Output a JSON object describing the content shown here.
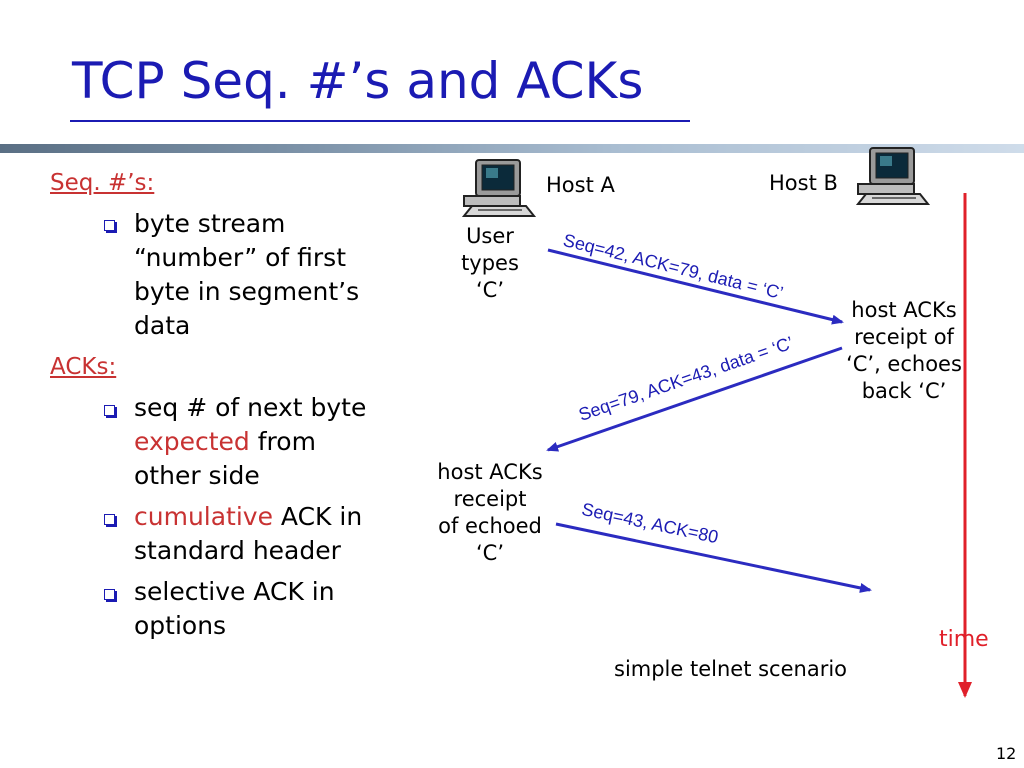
{
  "slide": {
    "title": "TCP Seq. #’s and ACKs",
    "page_number": "12"
  },
  "left": {
    "seq_heading": "Seq. #’s:",
    "seq_bullet": [
      "byte stream",
      "“number” of first",
      "byte in segment’s",
      "data"
    ],
    "acks_heading": "ACKs:",
    "ack_bullet1": {
      "l1": "seq # of next byte",
      "l2_red": "expected",
      "l2_rest": " from",
      "l3": "other side"
    },
    "ack_bullet2": {
      "l1_red": "cumulative",
      "l1_rest": " ACK in",
      "l2": "standard header"
    },
    "ack_bullet3": [
      "selective ACK in",
      "options"
    ]
  },
  "diagram": {
    "host_a": "Host A",
    "host_b": "Host B",
    "user_types": [
      "User",
      "types",
      "‘C’"
    ],
    "host_b_acks": [
      "host ACKs",
      "receipt of",
      "‘C’, echoes",
      "back ‘C’"
    ],
    "host_a_acks": [
      "host ACKs",
      "receipt",
      "of echoed",
      "‘C’"
    ],
    "msg1": "Seq=42, ACK=79, data = ‘C’",
    "msg2": "Seq=79, ACK=43, data = ‘C’",
    "msg3": "Seq=43, ACK=80",
    "time_label": "time",
    "caption": "simple telnet scenario",
    "colors": {
      "arrow": "#2b2bc0",
      "timeline": "#e0202a",
      "title": "#1b1bb3",
      "accent": "#c83232"
    },
    "icons": [
      "computer-icon",
      "computer-icon"
    ]
  }
}
